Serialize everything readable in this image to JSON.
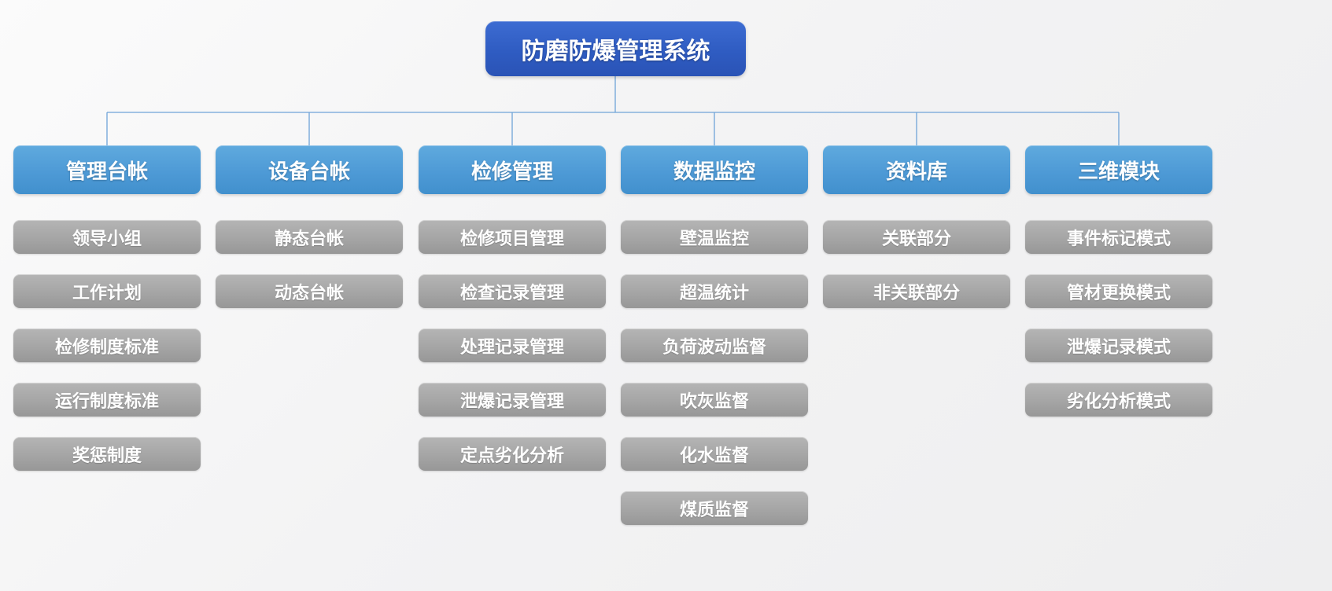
{
  "root": {
    "label": "防磨防爆管理系统"
  },
  "branches": [
    {
      "label": "管理台帐",
      "children": [
        "领导小组",
        "工作计划",
        "检修制度标准",
        "运行制度标准",
        "奖惩制度"
      ]
    },
    {
      "label": "设备台帐",
      "children": [
        "静态台帐",
        "动态台帐"
      ]
    },
    {
      "label": "检修管理",
      "children": [
        "检修项目管理",
        "检查记录管理",
        "处理记录管理",
        "泄爆记录管理",
        "定点劣化分析"
      ]
    },
    {
      "label": "数据监控",
      "children": [
        "壁温监控",
        "超温统计",
        "负荷波动监督",
        "吹灰监督",
        "化水监督",
        "煤质监督"
      ]
    },
    {
      "label": "资料库",
      "children": [
        "关联部分",
        "非关联部分"
      ]
    },
    {
      "label": "三维模块",
      "children": [
        "事件标记模式",
        "管材更换模式",
        "泄爆记录模式",
        "劣化分析模式"
      ]
    }
  ],
  "colors": {
    "root_bg": "#2f5cc2",
    "branch_bg": "#4e9ad6",
    "child_bg": "#a5a5a5",
    "connector": "#6fa3d8",
    "text": "#ffffff"
  }
}
